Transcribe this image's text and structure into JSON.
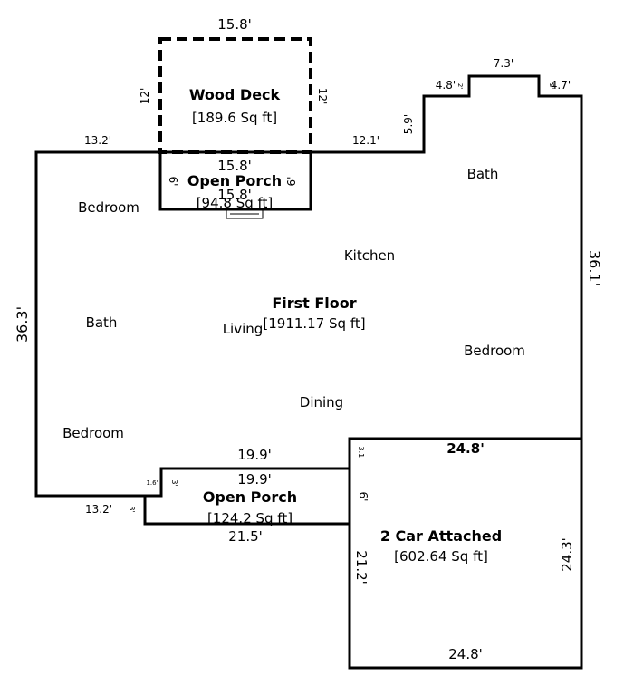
{
  "rooms": {
    "wood_deck": {
      "name": "Wood Deck",
      "area": "[189.6 Sq ft]"
    },
    "open_porch_top": {
      "name": "Open Porch",
      "area": "[94.8 Sq ft]"
    },
    "first_floor": {
      "name": "First Floor",
      "area": "[1911.17 Sq ft]"
    },
    "open_porch_bottom": {
      "name": "Open Porch",
      "area": "[124.2 Sq ft]"
    },
    "garage": {
      "name": "2 Car Attached",
      "area": "[602.64 Sq ft]"
    }
  },
  "room_labels": {
    "bedroom_top_left": "Bedroom",
    "bath_right": "Bath",
    "kitchen": "Kitchen",
    "bath_left": "Bath",
    "living": "Living",
    "bedroom_right": "Bedroom",
    "dining": "Dining",
    "bedroom_bottom_left": "Bedroom"
  },
  "dimensions": {
    "deck_top": "15.8'",
    "deck_left": "12'",
    "deck_right": "12'",
    "top_left_wall": "13.2'",
    "top_mid_wall": "12.1'",
    "jog_left_vertical": "5.9'",
    "jog_left_horizontal": "4.8'",
    "jog_small_1": "2'",
    "bump_top": "7.3'",
    "bump_right_horizontal": "4.7'",
    "jog_small_2": "2'",
    "porch_top_top": "15.8'",
    "porch_top_bottom": "15.8'",
    "porch_top_left": "6'",
    "porch_top_right": "6'",
    "right_wall": "36.1'",
    "left_wall": "36.3'",
    "garage_top": "24.8'",
    "garage_left_small": "3.1'",
    "porch_bottom_top_outer": "19.9'",
    "porch_bottom_top_inner": "19.9'",
    "porch_bottom_left_small": "1.6'",
    "porch_bottom_step": "3'",
    "porch_bottom_right": "6'",
    "bottom_left_wall": "13.2'",
    "bottom_left_step": "3'",
    "porch_bottom_bottom": "21.5'",
    "garage_inner_left": "21.2'",
    "garage_right": "24.3'",
    "garage_bottom": "24.8'"
  }
}
